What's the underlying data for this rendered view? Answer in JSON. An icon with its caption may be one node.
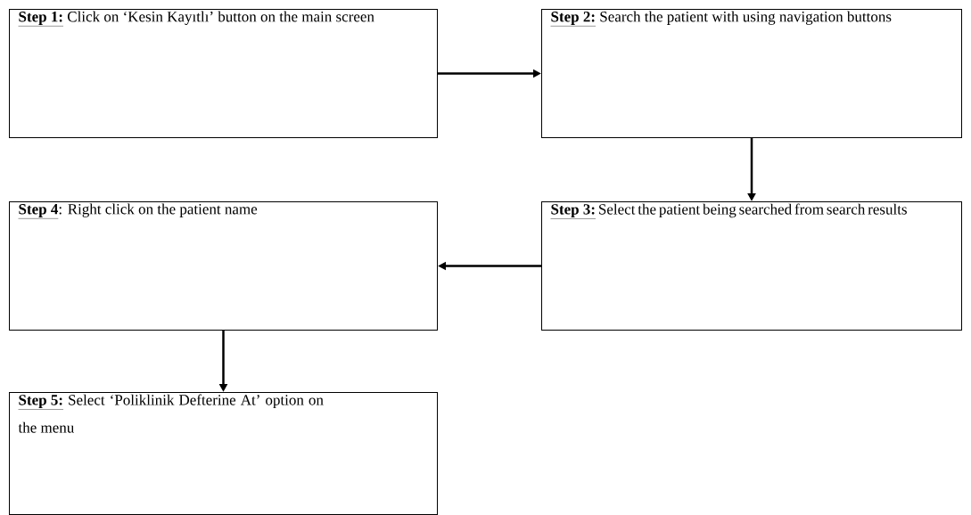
{
  "diagram": {
    "nodes": [
      {
        "text": [
          "Step 1:",
          "Click on ‘Kesin Kayıtlı’ button on the main screen"
        ]
      },
      {
        "text": [
          "Step 2:",
          "Search the patient with using navigation buttons"
        ]
      },
      {
        "text": [
          "Step 3:",
          "Select the patient being searched from search results"
        ]
      },
      {
        "text": [
          "Step 4",
          ": Right click on the patient name"
        ]
      },
      {
        "text": [
          "Step 5:",
          "Select ‘Poliklinik Defterine At’ option on the menu"
        ]
      }
    ],
    "edges": [
      {
        "from": 0,
        "to": 1,
        "arrow": "to"
      },
      {
        "from": 1,
        "to": 2,
        "arrow": "to"
      },
      {
        "from": 2,
        "to": 3,
        "arrow": "to"
      },
      {
        "from": 3,
        "to": 4,
        "arrow": "to"
      }
    ]
  }
}
